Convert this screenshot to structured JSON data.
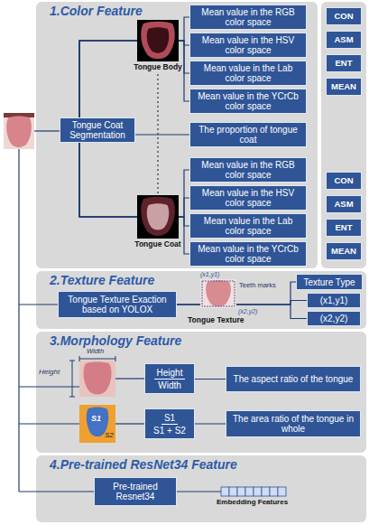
{
  "diagram": {
    "nodes": [
      {
        "text": [
          "1.Color Feature"
        ]
      },
      {
        "text": [
          "Tongue Coat Segmentation"
        ],
        "in": 0
      },
      {
        "text": [
          "Mean value in the RGB color space"
        ],
        "in": 0
      },
      {
        "text": [
          "Mean value in the HSV color space"
        ],
        "in": 0
      },
      {
        "text": [
          "Mean value in the Lab color space"
        ],
        "in": 0
      },
      {
        "text": [
          "Mean value in the YCrCb color space"
        ],
        "in": 0
      },
      {
        "text": [
          "The proportion of tongue coat"
        ],
        "in": 0
      },
      {
        "text": [
          "Mean value in the RGB color space"
        ],
        "in": 0
      },
      {
        "text": [
          "Mean value in the HSV color space"
        ],
        "in": 0
      },
      {
        "text": [
          "Mean value in the Lab color space"
        ],
        "in": 0
      },
      {
        "text": [
          "Mean value in the YCrCb color space"
        ],
        "in": 0
      },
      {
        "text": [
          "CON"
        ]
      },
      {
        "text": [
          "ASM"
        ]
      },
      {
        "text": [
          "ENT"
        ]
      },
      {
        "text": [
          "MEAN"
        ]
      },
      {
        "text": [
          "CON"
        ]
      },
      {
        "text": [
          "ASM"
        ]
      },
      {
        "text": [
          "ENT"
        ]
      },
      {
        "text": [
          "MEAN"
        ]
      },
      {
        "text": [
          "2.Texture Feature"
        ]
      },
      {
        "text": [
          "Tongue Texture Exaction based on YOLOX"
        ],
        "in": 19
      },
      {
        "text": [
          "Texture Type"
        ],
        "in": 19
      },
      {
        "text": [
          "(x1,y1)"
        ],
        "in": 19
      },
      {
        "text": [
          "(x2,y2)"
        ],
        "in": 19
      },
      {
        "text": [
          "3.Morphology Feature"
        ]
      },
      {
        "text": [
          "Height",
          "Width"
        ],
        "in": 24
      },
      {
        "text": [
          "The aspect ratio of the tongue"
        ],
        "in": 24
      },
      {
        "text": [
          "S1",
          "S1 + S2"
        ],
        "in": 24
      },
      {
        "text": [
          "The area ratio of the tongue in whole"
        ],
        "in": 24
      },
      {
        "text": [
          "4.Pre-trained ResNet34 Feature"
        ]
      },
      {
        "text": [
          "Pre-trained Resnet34"
        ],
        "in": 29
      }
    ],
    "edges": [
      {
        "from": 1,
        "to": 2,
        "arrow": "none"
      },
      {
        "from": 1,
        "to": 3,
        "arrow": "none"
      },
      {
        "from": 1,
        "to": 4,
        "arrow": "none"
      },
      {
        "from": 1,
        "to": 5,
        "arrow": "none"
      },
      {
        "from": 1,
        "to": 6,
        "arrow": "none"
      },
      {
        "from": 1,
        "to": 7,
        "arrow": "none"
      },
      {
        "from": 1,
        "to": 8,
        "arrow": "none"
      },
      {
        "from": 1,
        "to": 9,
        "arrow": "none"
      },
      {
        "from": 1,
        "to": 10,
        "arrow": "none"
      },
      {
        "from": 20,
        "to": 21,
        "arrow": "none"
      },
      {
        "from": 20,
        "to": 22,
        "arrow": "none"
      },
      {
        "from": 20,
        "to": 23,
        "arrow": "none"
      },
      {
        "from": 25,
        "to": 26,
        "arrow": "none"
      },
      {
        "from": 27,
        "to": 28,
        "arrow": "none"
      }
    ],
    "labels": [
      "Tongue Body",
      "Tongue Coat",
      "(x1,y1)",
      "Teeth marks",
      "(x2,y2)",
      "Tongue Texture",
      "Width",
      "Height",
      "S1",
      "S2",
      "Embedding Features"
    ]
  }
}
